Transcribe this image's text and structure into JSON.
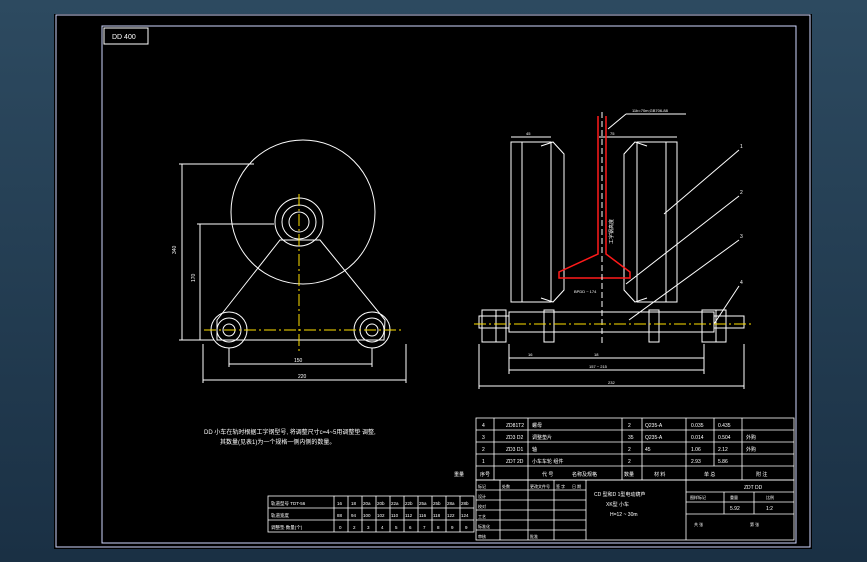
{
  "title_box": "DD 400",
  "top_note": "11b=70m;GB706-88",
  "left_view": {
    "dim_total_height": "340",
    "dim_inner_height": "170",
    "dim_inner_width": "150",
    "dim_total_width": "220"
  },
  "right_view": {
    "dim_top_left": "45",
    "dim_top_mid": "75",
    "vertical_note": "工字钢高度",
    "dim_flange": "BPDD ~ 174",
    "dim_left_small": "16",
    "dim_mid_small": "18",
    "dim_bottom_inner": "157 ~ 215",
    "dim_bottom_total": "232",
    "callouts": [
      "1",
      "2",
      "3",
      "4"
    ]
  },
  "note": {
    "line1": "DD 小车在轨时根据工字钢型号, 将调整尺寸c=4~5用调整垫 调整,",
    "line2": "其数量(见表1)为一个规格一侧内侧的数量。"
  },
  "parts_table": {
    "rows": [
      {
        "no": "4",
        "code": "ZD81T2",
        "name": "螺母",
        "qty": "2",
        "material": "Q235-A",
        "weight1": "0.035",
        "weight2": "0.435",
        "remark": ""
      },
      {
        "no": "3",
        "code": "ZD3 D2",
        "name": "调整垫片",
        "qty": "35",
        "material": "Q235-A",
        "weight1": "0.014",
        "weight2": "0.504",
        "remark": "外购"
      },
      {
        "no": "2",
        "code": "ZD3 D1",
        "name": "轴",
        "qty": "2",
        "material": "45",
        "weight1": "1.06",
        "weight2": "2.12",
        "remark": "外购"
      },
      {
        "no": "1",
        "code": "ZDT 2D",
        "name": "小车车轮 组件",
        "qty": "2",
        "material": "",
        "weight1": "2.93",
        "weight2": "5.86",
        "remark": ""
      }
    ],
    "header": {
      "no": "序号",
      "code": "代 号",
      "name": "名称及规格",
      "qty": "数量",
      "material": "材 料",
      "weight": "单 总",
      "remark": "附 注"
    },
    "side_label": "重量"
  },
  "title_block": {
    "drawing_no": "ZDT DD",
    "title_line1": "CD 型和D 1型电动葫芦",
    "title_line2": "XK型 小车",
    "title_line3": "H=12 ~ 30m",
    "weight": "5.92",
    "scale": "1:2",
    "header_labels": [
      "图样标记",
      "重量",
      "比例"
    ],
    "sheet_labels": [
      "共 张",
      "第 张"
    ],
    "sign_rows": [
      "标记",
      "处数",
      "更改文件号",
      "签 字",
      "日 期"
    ],
    "role_rows": [
      "设计",
      "校对",
      "工艺",
      "标准化",
      "审核",
      "批准"
    ]
  },
  "shim_table": {
    "row1_label": "轨道型号 TDT-56",
    "row1": [
      "16",
      "18",
      "20a",
      "20b",
      "22a",
      "22b",
      "25a",
      "25b",
      "28a",
      "28b"
    ],
    "row2_label": "轨道宽度",
    "row2": [
      "88",
      "94",
      "100",
      "102",
      "110",
      "112",
      "116",
      "118",
      "122",
      "124"
    ],
    "row3_label": "调整垫 数量(个)",
    "row3": [
      "0",
      "2",
      "3",
      "4",
      "5",
      "6",
      "7",
      "8",
      "9",
      "9"
    ]
  }
}
